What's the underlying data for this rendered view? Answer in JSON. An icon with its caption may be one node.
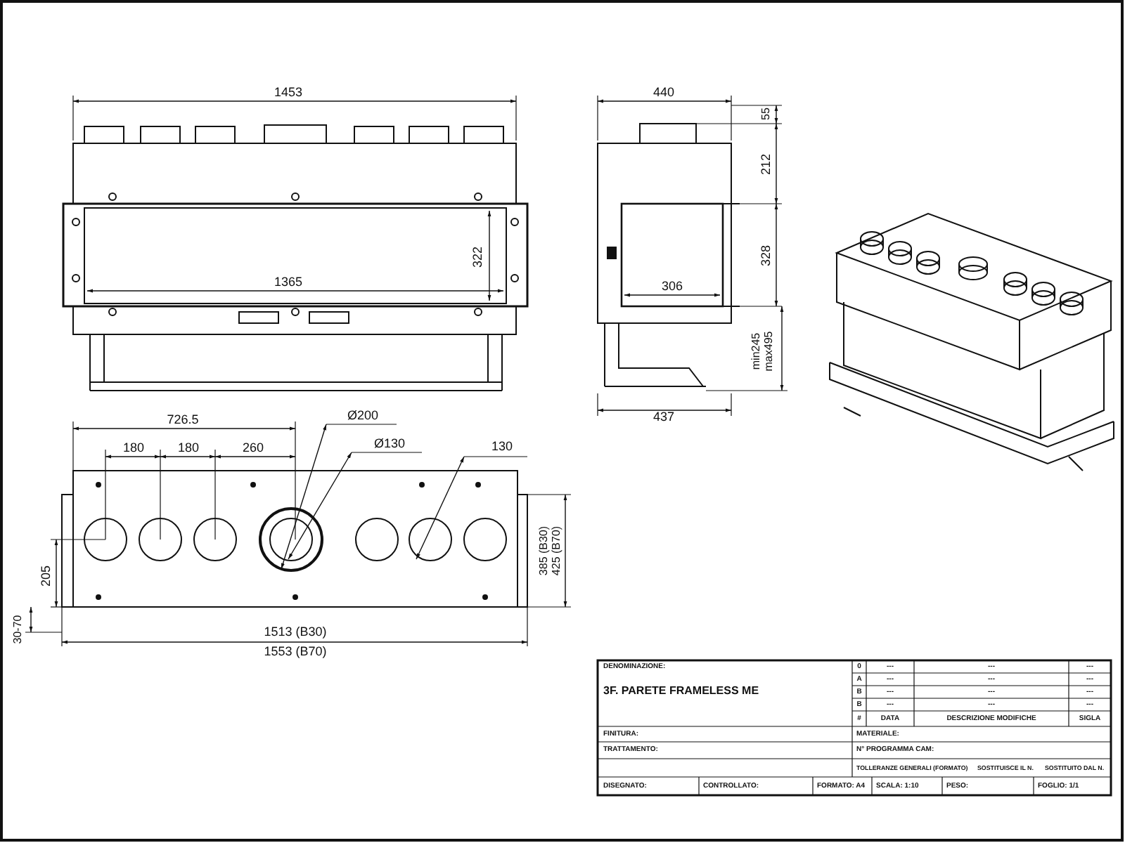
{
  "diagram": {
    "labels": [
      "1453",
      "440",
      "55",
      "212",
      "322",
      "1365",
      "328",
      "306",
      "min245",
      "max495",
      "726.5",
      "Ø200",
      "437",
      "180",
      "180",
      "260",
      "Ø130",
      "130",
      "205",
      "385 (B30)",
      "425 (B70)",
      "30-70",
      "1513 (B30)",
      "1553 (B70)",
      "DENOMINAZIONE:",
      "3F. PARETE FRAMELESS ME",
      "0",
      "---",
      "---",
      "---",
      "A",
      "---",
      "---",
      "---",
      "B",
      "---",
      "---",
      "---",
      "B",
      "---",
      "---",
      "---",
      "#",
      "DATA",
      "DESCRIZIONE MODIFICHE",
      "SIGLA",
      "FINITURA:",
      "MATERIALE:",
      "TRATTAMENTO:",
      "N° PROGRAMMA CAM:",
      "TOLLERANZE GENERALI (FORMATO)",
      "SOSTITUISCE IL N.",
      "SOSTITUITO DAL N.",
      "DISEGNATO:",
      "CONTROLLATO:",
      "FORMATO: A4",
      "SCALA: 1:10",
      "PESO:",
      "FOGLIO: 1/1"
    ]
  }
}
